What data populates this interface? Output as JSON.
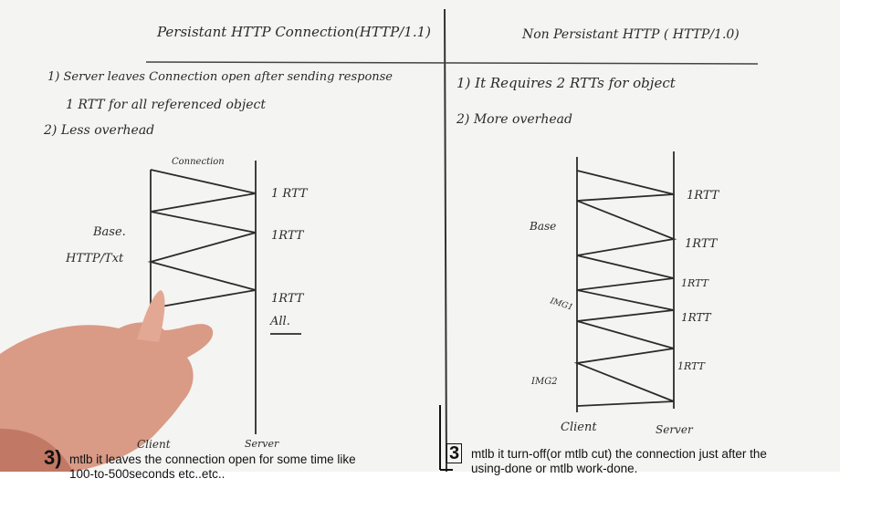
{
  "left": {
    "title": "Persistant HTTP Connection(HTTP/1.1)",
    "point1_line1": "1) Server leaves Connection open after sending response",
    "point1_line2": "1 RTT for all referenced object",
    "point2": "2) Less overhead",
    "connection_label": "Connection",
    "rtt_labels": [
      "1 RTT",
      "1RTT",
      "1RTT"
    ],
    "all_label": "All.",
    "base_label": "Base.",
    "html_label": "HTTP/Txt",
    "client_label": "Client",
    "server_label": "Server",
    "note_number": "3)",
    "note_text": "mtlb it leaves the connection open for some time like 100-to-500seconds etc..etc.."
  },
  "right": {
    "title": "Non Persistant HTTP ( HTTP/1.0)",
    "point1": "1) It Requires 2 RTTs for object",
    "point2": "2) More overhead",
    "rtt_labels": [
      "1RTT",
      "1RTT",
      "1RTT",
      "1RTT",
      "1RTT"
    ],
    "base_label": "Base",
    "img1_label": "IMG1",
    "img2_label": "IMG2",
    "client_label": "Client",
    "server_label": "Server",
    "note_number": "3",
    "note_text": "mtlb it turn-off(or mtlb cut) the connection just after the using-done or mtlb work-done."
  }
}
